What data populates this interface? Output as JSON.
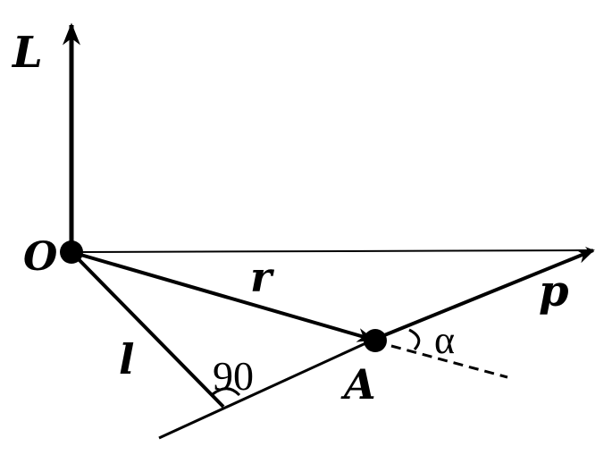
{
  "labels": {
    "L": "L",
    "O": "O",
    "r": "r",
    "l": "l",
    "A": "A",
    "p": "p",
    "angle_right": "90",
    "angle_alpha": "α"
  },
  "colors": {
    "ink": "#000000",
    "background": "#ffffff"
  }
}
